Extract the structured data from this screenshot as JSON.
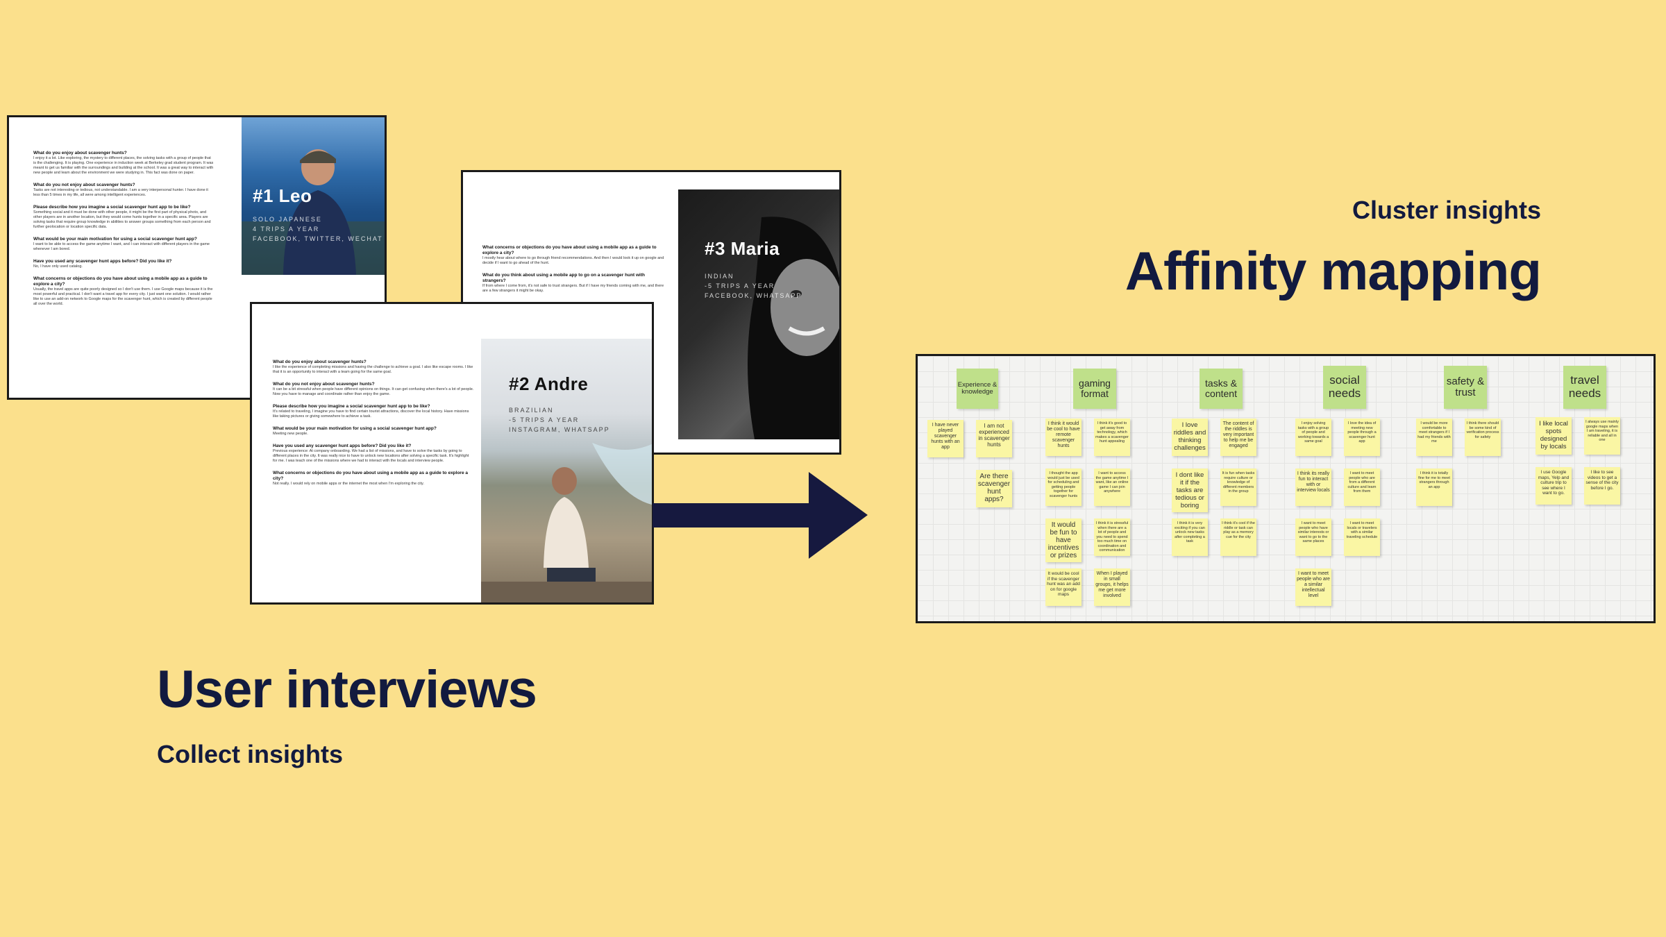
{
  "interviews": {
    "title": "User interviews",
    "subtitle": "Collect insights",
    "cards": [
      {
        "id": "leo",
        "name": "#1 Leo",
        "meta": [
          "SOLO JAPANESE",
          "4 TRIPS A YEAR",
          "FACEBOOK, TWITTER, WECHAT"
        ],
        "qa": [
          {
            "q": "What do you enjoy about scavenger hunts?",
            "a": "I enjoy it a lot. Like exploring, the mystery to different places, the solving tasks with a group of people that is the challenging. It is playing. One experience in induction week at Berkeley grad student program. It was meant to get us familiar with the surroundings and building at the school. It was a great way to interact with new people and learn about the environment we were studying in. This fact was done on paper."
          },
          {
            "q": "What do you not enjoy about scavenger hunts?",
            "a": "Tasks are not interesting or tedious, not understandable. I am a very interpersonal hunter. I have done it less than 5 times in my life, all were among intelligent experiences."
          },
          {
            "q": "Please describe how you imagine a social scavenger hunt app to be like?",
            "a": "Something social and it must be done with other people, it might be the first part of physical photo, and other players are in another location, but they would come hunts together in a specific area. Players are solving tasks that require group knowledge in abilities to answer groups something from each person and further geolocation or location specific data."
          },
          {
            "q": "What would be your main motivation for using a social scavenger hunt app?",
            "a": "I want to be able to access the game anytime I want, and I can interact with different players in the game whenever I am bored."
          },
          {
            "q": "Have you used any scavenger hunt apps before? Did you like it?",
            "a": "No, I have only used catalog."
          },
          {
            "q": "What concerns or objections do you have about using a mobile app as a guide to explore a city?",
            "a": "Usually, the travel apps are quite poorly designed so I don't use them. I use Google maps because it is the most powerful and practical. I don't want a travel app for every city. I just want one solution. I would rather like to use an add-on network to Google maps for the scavenger hunt, which is created by different people all over the world."
          }
        ]
      },
      {
        "id": "maria",
        "name": "#3 Maria",
        "meta": [
          "INDIAN",
          "-5 TRIPS A YEAR",
          "FACEBOOK, WHATSAPP"
        ],
        "qa": [
          {
            "q": "What concerns or objections do you have about using a mobile app as a guide to explore a city?",
            "a": "I mostly hear about where to go through friend recommendations. And then I would look it up on google and decide if I want to go ahead of the hunt."
          },
          {
            "q": "What do you think about using a mobile app to go on a scavenger hunt with strangers?",
            "a": "If from where I come from, it's not safe to trust strangers. But if I have my friends coming with me, and there are a few strangers it might be okay."
          }
        ]
      },
      {
        "id": "andre",
        "name": "#2 Andre",
        "meta": [
          "BRAZILIAN",
          "-5 TRIPS A YEAR",
          "INSTAGRAM, WHATSAPP"
        ],
        "qa": [
          {
            "q": "What do you enjoy about scavenger hunts?",
            "a": "I like the experience of completing missions and having the challenge to achieve a goal. I also like escape rooms. I like that it is an opportunity to interact with a team going for the same goal."
          },
          {
            "q": "What do you not enjoy about scavenger hunts?",
            "a": "It can be a bit stressful when people have different opinions on things. It can get confusing when there's a lot of people. Now you have to manage and coordinate rather than enjoy the game."
          },
          {
            "q": "Please describe how you imagine a social scavenger hunt app to be like?",
            "a": "It's related to traveling, I imagine you have to find certain tourist attractions, discover the local history. Have missions like taking pictures or giving somewhere to achieve a task."
          },
          {
            "q": "What would be your main motivation for using a social scavenger hunt app?",
            "a": "Meeting new people."
          },
          {
            "q": "Have you used any scavenger hunt apps before? Did you like it?",
            "a": "Previous experience: At company onboarding. We had a list of missions, and have to solve the tasks by going to different places in the city. It was really nice to have to unlock new locations after solving a specific task. It's highlight for me. I was teach one of the missions where we had to interact with the locals and interview people."
          },
          {
            "q": "What concerns or objections do you have about using a mobile app as a guide to explore a city?",
            "a": "Not really. I would rely on mobile apps or the internet the most when I'm exploring the city."
          }
        ]
      }
    ]
  },
  "affinity": {
    "title": "Affinity mapping",
    "subtitle": "Cluster insights",
    "clusters": [
      {
        "label": "Experience & knowledge",
        "notes": [
          "I have never played scavenger hunts with an app",
          "I am not experienced in scavenger hunts",
          "Are there scavenger hunt apps?"
        ]
      },
      {
        "label": "gaming format",
        "notes": [
          "I think it would be cool to have remote scavenger hunts",
          "I think it's good to get away from technology, which makes a scavenger hunt appealing",
          "I thought the app would just be used for scheduling and getting people together for scavenger hunts",
          "I want to access the game anytime I want, like an online game I can join anywhere",
          "It would be fun to have incentives or prizes",
          "I think it is stressful when there are a lot of people and you need to spend too much time on coordination and communication",
          "It would be cool if the scavenger hunt was an add on for google maps",
          "When I played in small groups, it helps me get more involved"
        ]
      },
      {
        "label": "tasks & content",
        "notes": [
          "I love riddles and thinking challenges",
          "The content of the riddles is very important to help me be engaged",
          "I dont like it if the tasks are tedious or boring",
          "It is fun when tasks require culture or knowledge of different members in the group",
          "I think it is very exciting if you can unlock new tasks after completing a task",
          "I think it's cool if the riddle or task can play as a memory cue for the city"
        ]
      },
      {
        "label": "social needs",
        "notes": [
          "I enjoy solving tasks with a group of people and working towards a same goal",
          "I love the idea of meeting new people through a scavenger hunt app",
          "I think its really fun to interact with or interview locals",
          "I want to meet people who are from a different culture and learn from them",
          "I want to meet people who have similar interests or want to go to the same places",
          "I want to meet locals or travelers with a similar traveling schedule",
          "I want to meet people who are a similar intellectual level"
        ]
      },
      {
        "label": "safety & trust",
        "notes": [
          "I would be more comfortable to meet strangers if I had my friends with me",
          "I think there should be some kind of verification process for safety",
          "I think it is totally fine for me to meet strangers through an app"
        ]
      },
      {
        "label": "travel needs",
        "notes": [
          "I like local spots designed by locals",
          "I always use mainly google maps when I am traveling, it is reliable and all in one",
          "I use Google maps, Yelp and culture trip to see where I want to go.",
          "I like to see videos to get a sense of the city before I go."
        ]
      }
    ]
  },
  "colors": {
    "background": "#fbe08c",
    "text_dark": "#121a3f",
    "arrow": "#16193f",
    "cluster_header": "#bfe08a",
    "sticky_note": "#faf6a4"
  }
}
